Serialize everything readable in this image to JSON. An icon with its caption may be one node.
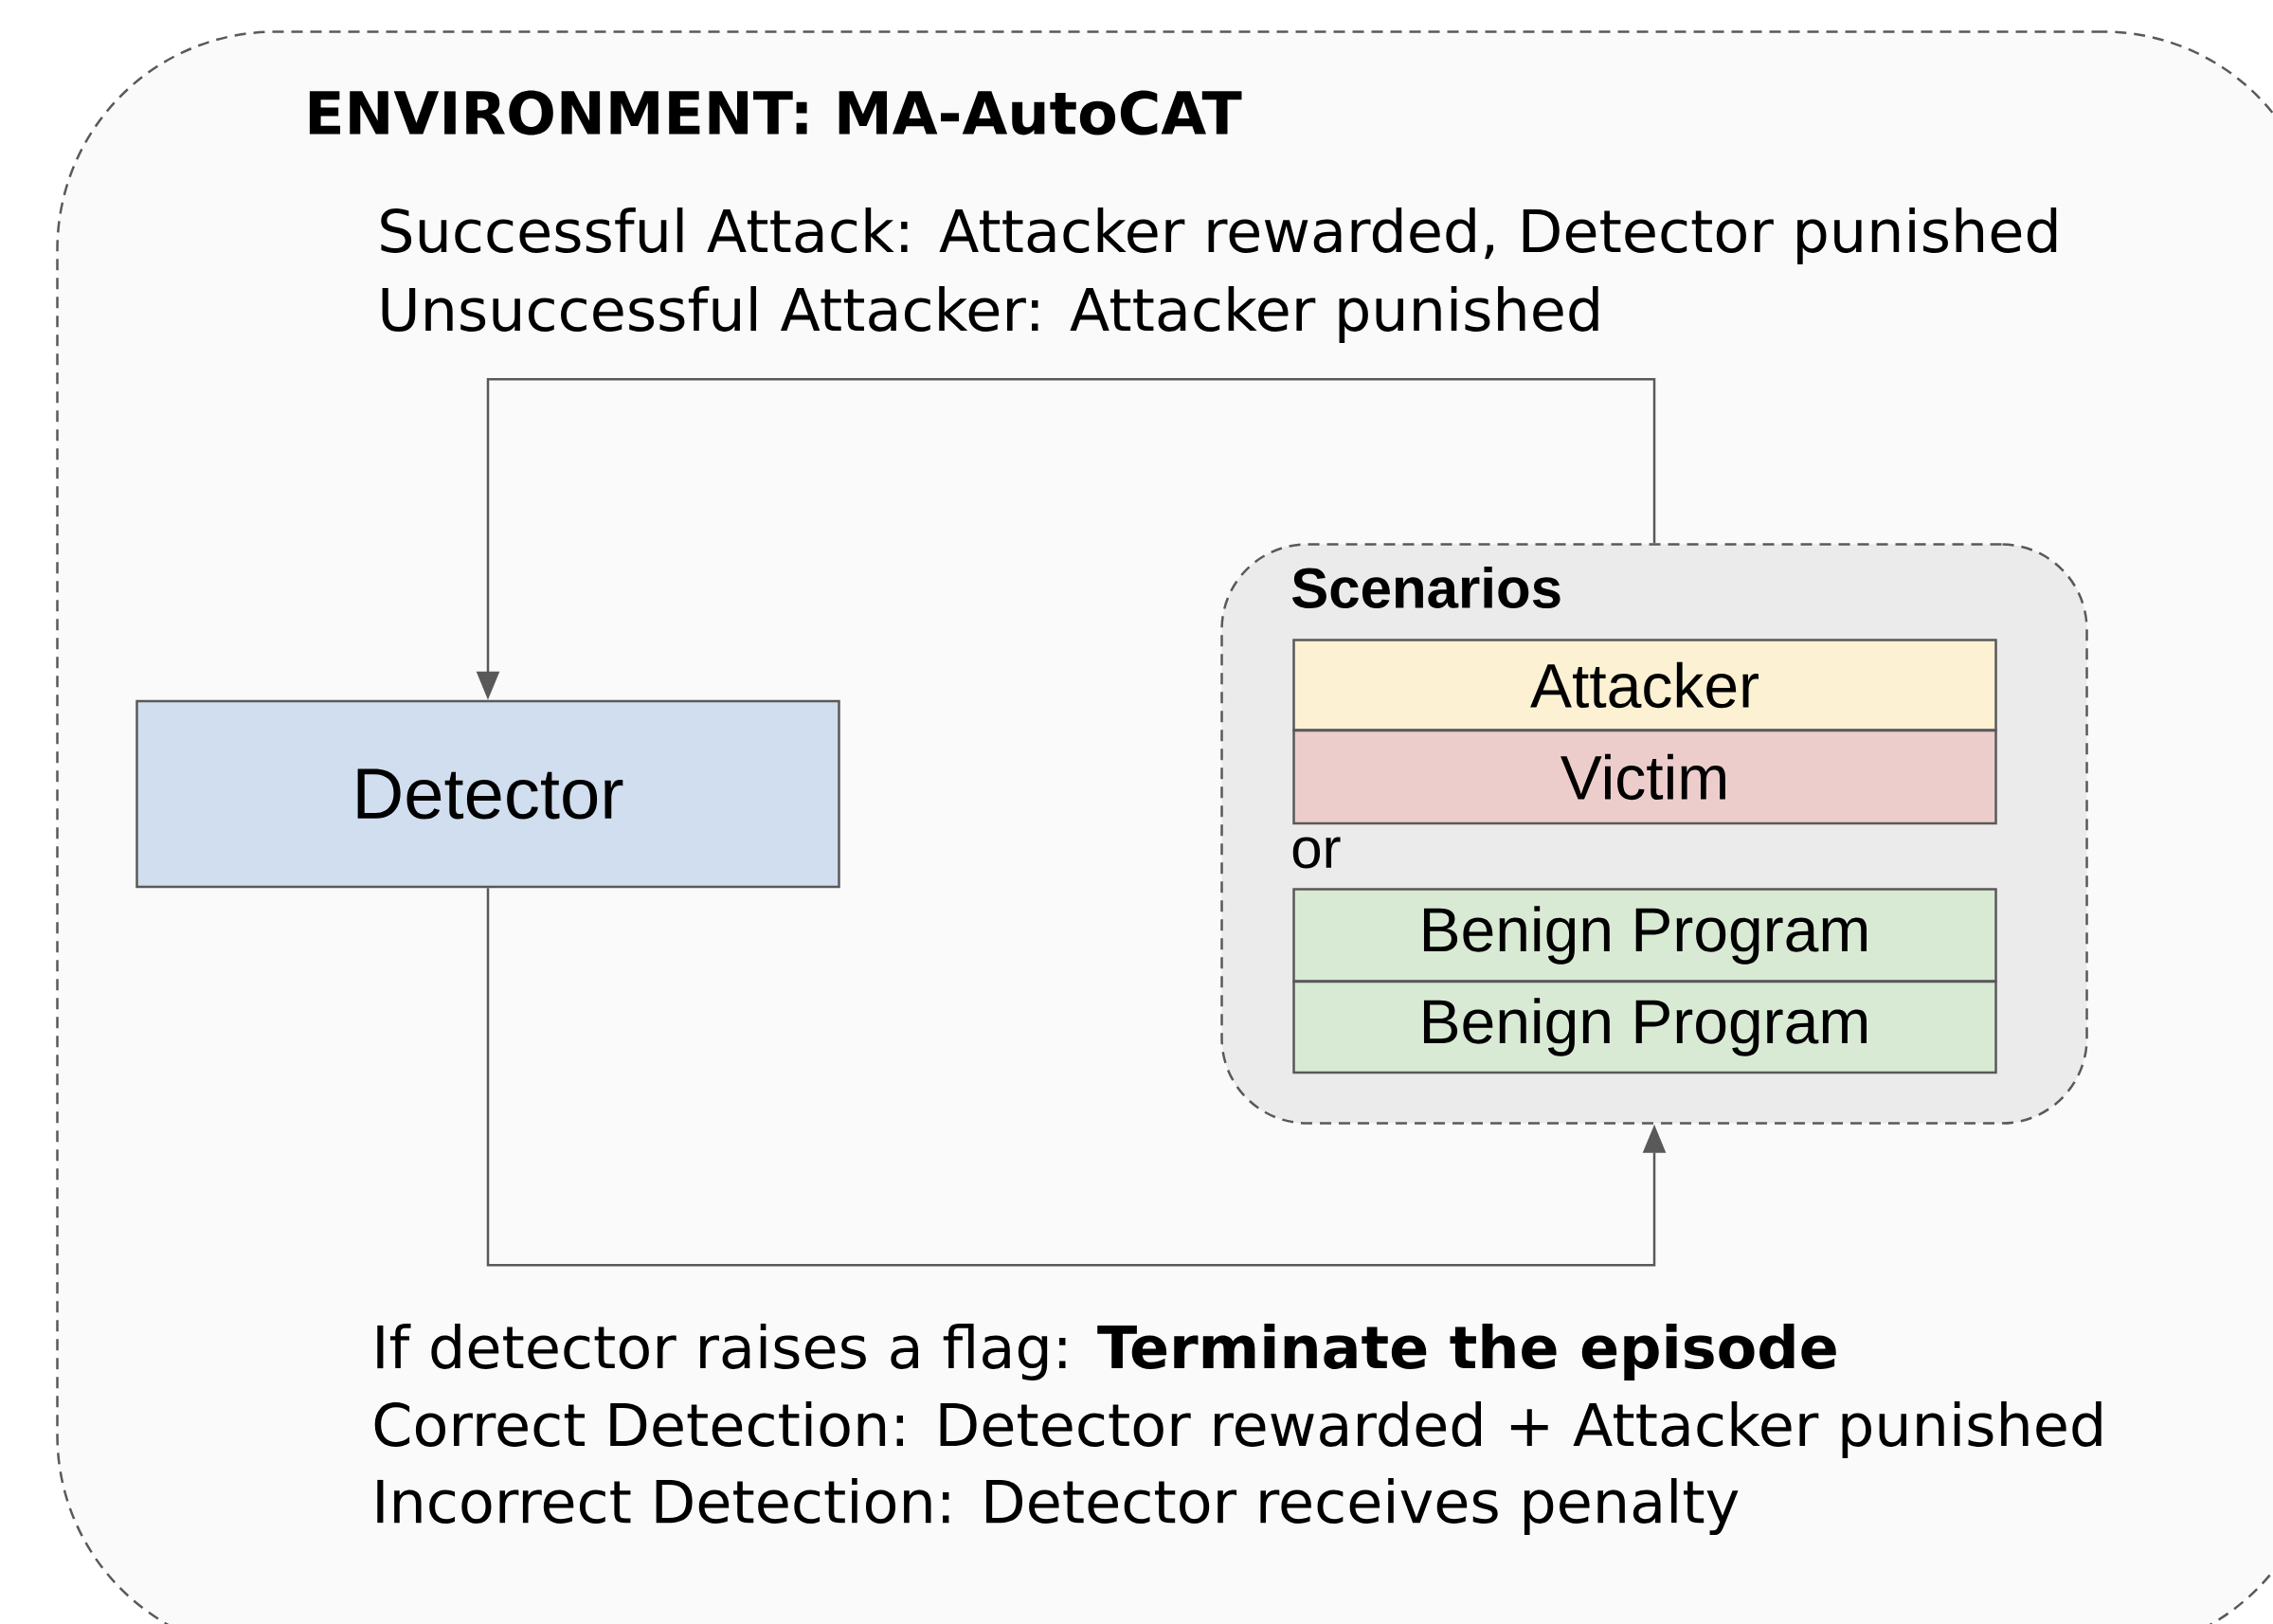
{
  "diagram": {
    "nodes": [
      {
        "text": [
          "ENVIRONMENT: MA-AutoCAT"
        ]
      },
      {
        "text": [
          "Detector"
        ],
        "in": 0
      },
      {
        "text": [
          "Scenarios"
        ],
        "in": 0
      },
      {
        "text": [
          "Attacker"
        ],
        "in": 2
      },
      {
        "text": [
          "Victim"
        ],
        "in": 2
      },
      {
        "text": [
          "Benign Program"
        ],
        "in": 2
      },
      {
        "text": [
          "Benign Program"
        ],
        "in": 2
      }
    ],
    "edges": [
      {
        "from": 2,
        "to": 1,
        "arrow": "to"
      },
      {
        "from": 1,
        "to": 2,
        "arrow": "to"
      }
    ],
    "labels": [
      "Successful Attack: Attacker rewarded, Detector punished",
      "Unsuccessful Attacker: Attacker punished",
      "or",
      "If detector raises a flag: **Terminate the episode**",
      "Correct Detection: Detector rewarded + Attacker punished",
      "Incorrect Detection: Detector receives penalty"
    ]
  }
}
